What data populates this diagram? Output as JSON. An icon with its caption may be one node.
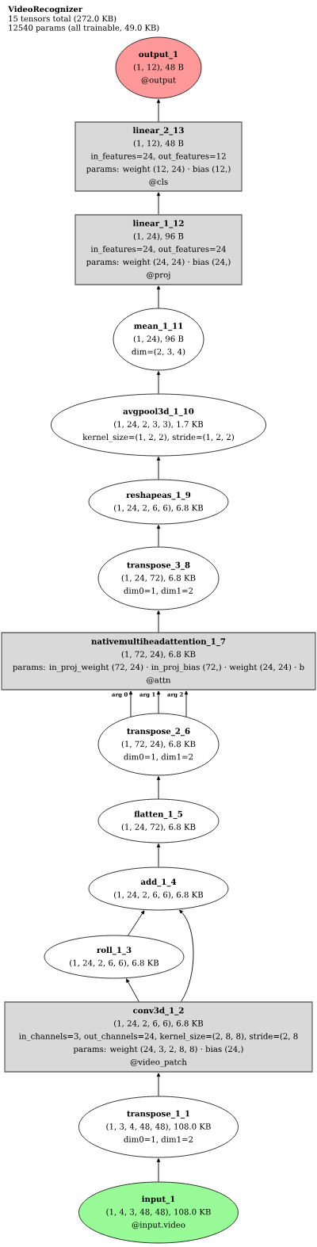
{
  "diagram": {
    "title": "VideoRecognizer",
    "nodes": [
      {
        "text": [
          "output_1",
          "(1, 12), 48 B",
          "@output"
        ]
      },
      {
        "text": [
          "linear_2_13",
          "(1, 12), 48 B",
          "in_features=24, out_features=12",
          "params: weight (12, 24) · bias (12,)",
          "@cls"
        ]
      },
      {
        "text": [
          "linear_1_12",
          "(1, 24), 96 B",
          "in_features=24, out_features=24",
          "params: weight (24, 24) · bias (24,)",
          "@proj"
        ]
      },
      {
        "text": [
          "mean_1_11",
          "(1, 24), 96 B",
          "dim=(2, 3, 4)"
        ]
      },
      {
        "text": [
          "avgpool3d_1_10",
          "(1, 24, 2, 3, 3), 1.7 KB",
          "kernel_size=(1, 2, 2), stride=(1, 2, 2)"
        ]
      },
      {
        "text": [
          "reshapeas_1_9",
          "(1, 24, 2, 6, 6), 6.8 KB"
        ]
      },
      {
        "text": [
          "transpose_3_8",
          "(1, 24, 72), 6.8 KB",
          "dim0=1, dim1=2"
        ]
      },
      {
        "text": [
          "nativemultiheadattention_1_7",
          "(1, 72, 24), 6.8 KB",
          "params: in_proj_weight (72, 24) · in_proj_bias (72,) · weight (24, 24) · b",
          "@attn"
        ]
      },
      {
        "text": [
          "transpose_2_6",
          "(1, 72, 24), 6.8 KB",
          "dim0=1, dim1=2"
        ]
      },
      {
        "text": [
          "flatten_1_5",
          "(1, 24, 72), 6.8 KB"
        ]
      },
      {
        "text": [
          "add_1_4",
          "(1, 24, 2, 6, 6), 6.8 KB"
        ]
      },
      {
        "text": [
          "roll_1_3",
          "(1, 24, 2, 6, 6), 6.8 KB"
        ]
      },
      {
        "text": [
          "conv3d_1_2",
          "(1, 24, 2, 6, 6), 6.8 KB",
          "in_channels=3, out_channels=24, kernel_size=(2, 8, 8), stride=(2, 8",
          "params: weight (24, 3, 2, 8, 8) · bias (24,)",
          "@video_patch"
        ]
      },
      {
        "text": [
          "transpose_1_1",
          "(1, 3, 4, 48, 48), 108.0 KB",
          "dim0=1, dim1=2"
        ]
      },
      {
        "text": [
          "input_1",
          "(1, 4, 3, 48, 48), 108.0 KB",
          "@input.video"
        ]
      }
    ],
    "edges": [
      {
        "from": 14,
        "to": 13,
        "arrow": "to"
      },
      {
        "from": 13,
        "to": 12,
        "arrow": "to"
      },
      {
        "from": 12,
        "to": 11,
        "arrow": "to"
      },
      {
        "from": 12,
        "to": 10,
        "arrow": "to"
      },
      {
        "from": 11,
        "to": 10,
        "arrow": "to"
      },
      {
        "from": 10,
        "to": 9,
        "arrow": "to"
      },
      {
        "from": 9,
        "to": 8,
        "arrow": "to"
      },
      {
        "from": 8,
        "to": 7,
        "arrow": "to",
        "label": "arg 0"
      },
      {
        "from": 8,
        "to": 7,
        "arrow": "to",
        "label": "arg 1"
      },
      {
        "from": 8,
        "to": 7,
        "arrow": "to",
        "label": "arg 2"
      },
      {
        "from": 7,
        "to": 6,
        "arrow": "to"
      },
      {
        "from": 6,
        "to": 5,
        "arrow": "to"
      },
      {
        "from": 5,
        "to": 4,
        "arrow": "to"
      },
      {
        "from": 4,
        "to": 3,
        "arrow": "to"
      },
      {
        "from": 3,
        "to": 2,
        "arrow": "to"
      },
      {
        "from": 2,
        "to": 1,
        "arrow": "to"
      },
      {
        "from": 1,
        "to": 0,
        "arrow": "to"
      }
    ],
    "labels": [
      "15 tensors total (272.0 KB)",
      "12540 params (all trainable, 49.0 KB)"
    ]
  }
}
